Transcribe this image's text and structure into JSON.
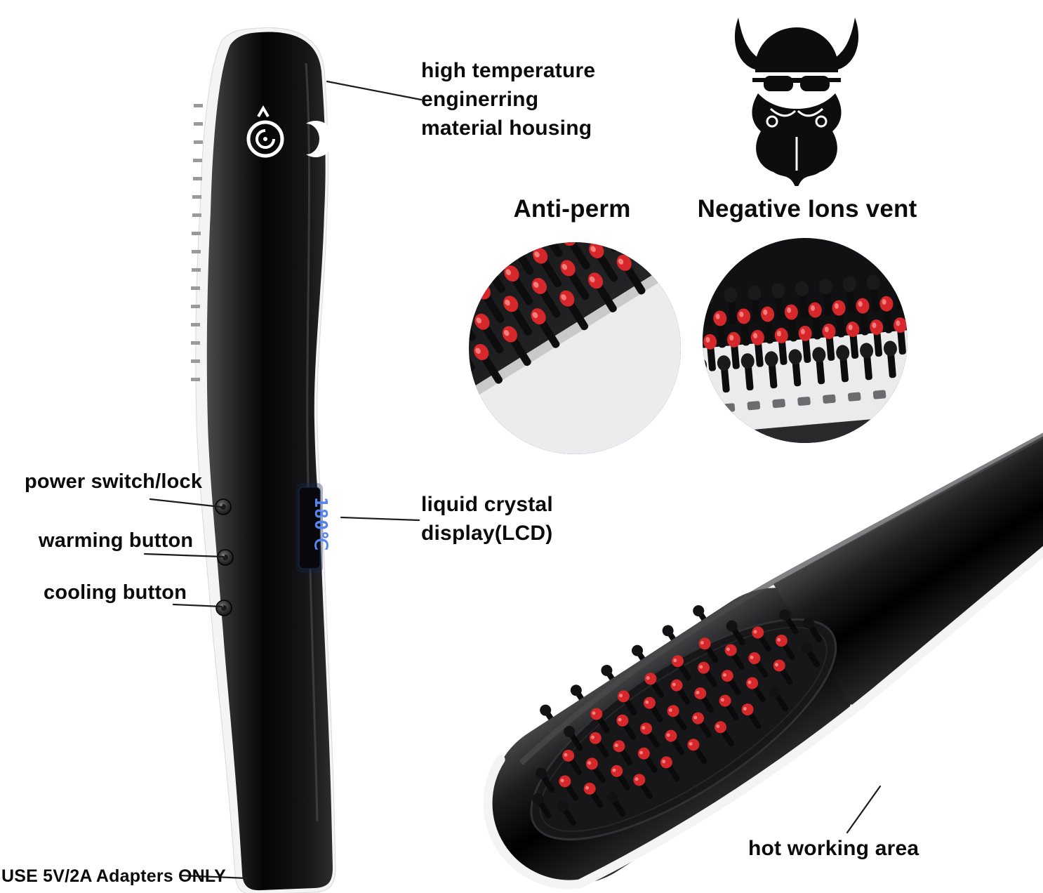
{
  "title": "Cordless beard straightener brush product diagram",
  "annotations": {
    "housing_line1": "high temperature",
    "housing_line2": "enginerring",
    "housing_line3": "material housing",
    "power_switch": "power switch/lock",
    "warming_button": "warming button",
    "cooling_button": "cooling button",
    "lcd_line1": "liquid crystal",
    "lcd_line2": "display(LCD)",
    "adapter_note": "USE 5V/2A Adapters ONLY",
    "anti_perm": "Anti-perm",
    "negative_ions": "Negative Ions vent",
    "hot_working_area": "hot working area"
  },
  "device": {
    "lcd_value": "180℃"
  },
  "icons": {
    "mascot": "viking-beard-mascot",
    "emblem": "brand-emblem",
    "lcd": "lcd-display"
  },
  "colors": {
    "accent_red": "#d6282a",
    "lcd_blue": "#5584f0",
    "body_black": "#0a0a0a",
    "background": "#ffffff"
  }
}
